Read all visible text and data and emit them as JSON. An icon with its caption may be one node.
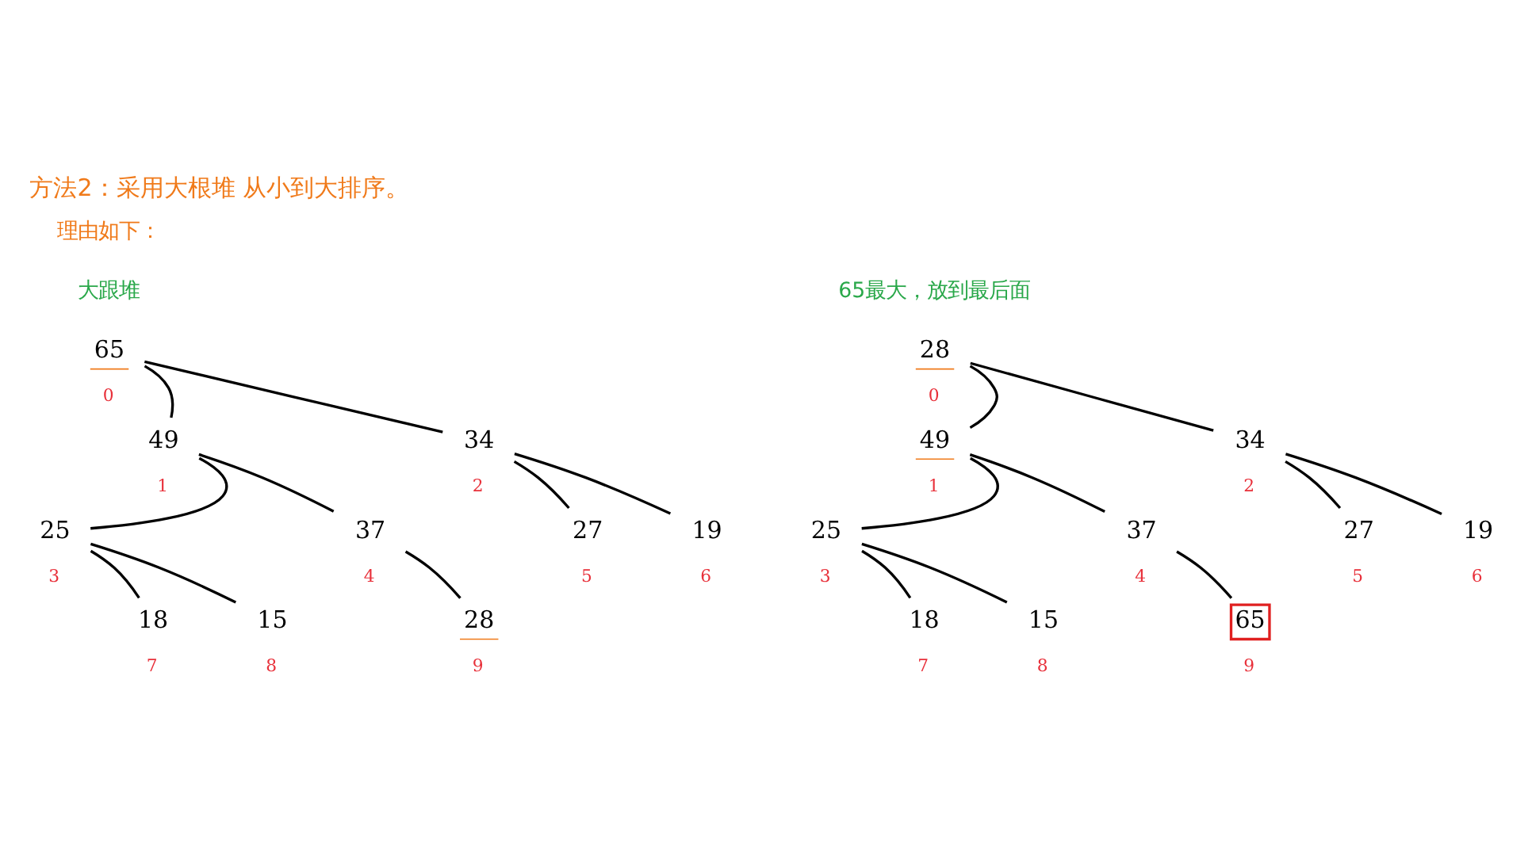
{
  "diagram": {
    "title": "方法2：采用大根堆 从小到大排序。",
    "nodes": [
      {
        "text": [
          "65"
        ],
        "beside": [
          "0"
        ]
      },
      {
        "text": [
          "49"
        ],
        "beside": [
          "1"
        ]
      },
      {
        "text": [
          "34"
        ],
        "beside": [
          "2"
        ]
      },
      {
        "text": [
          "25"
        ],
        "beside": [
          "3"
        ]
      },
      {
        "text": [
          "37"
        ],
        "beside": [
          "4"
        ]
      },
      {
        "text": [
          "27"
        ],
        "beside": [
          "5"
        ]
      },
      {
        "text": [
          "19"
        ],
        "beside": [
          "6"
        ]
      },
      {
        "text": [
          "18"
        ],
        "beside": [
          "7"
        ]
      },
      {
        "text": [
          "15"
        ],
        "beside": [
          "8"
        ]
      },
      {
        "text": [
          "28"
        ],
        "beside": [
          "9"
        ]
      },
      {
        "text": [
          "28"
        ],
        "beside": [
          "0"
        ]
      },
      {
        "text": [
          "49"
        ],
        "beside": [
          "1"
        ]
      },
      {
        "text": [
          "34"
        ],
        "beside": [
          "2"
        ]
      },
      {
        "text": [
          "25"
        ],
        "beside": [
          "3"
        ]
      },
      {
        "text": [
          "37"
        ],
        "beside": [
          "4"
        ]
      },
      {
        "text": [
          "27"
        ],
        "beside": [
          "5"
        ]
      },
      {
        "text": [
          "19"
        ],
        "beside": [
          "6"
        ]
      },
      {
        "text": [
          "18"
        ],
        "beside": [
          "7"
        ]
      },
      {
        "text": [
          "15"
        ],
        "beside": [
          "8"
        ]
      },
      {
        "text": [
          "65"
        ],
        "beside": [
          "9"
        ]
      }
    ],
    "edges": [
      {
        "from": 0,
        "to": 1,
        "arrow": "none"
      },
      {
        "from": 0,
        "to": 2,
        "arrow": "none"
      },
      {
        "from": 1,
        "to": 3,
        "arrow": "none"
      },
      {
        "from": 1,
        "to": 4,
        "arrow": "none"
      },
      {
        "from": 2,
        "to": 5,
        "arrow": "none"
      },
      {
        "from": 2,
        "to": 6,
        "arrow": "none"
      },
      {
        "from": 3,
        "to": 7,
        "arrow": "none"
      },
      {
        "from": 3,
        "to": 8,
        "arrow": "none"
      },
      {
        "from": 4,
        "to": 9,
        "arrow": "none"
      },
      {
        "from": 10,
        "to": 11,
        "arrow": "none"
      },
      {
        "from": 10,
        "to": 12,
        "arrow": "none"
      },
      {
        "from": 11,
        "to": 13,
        "arrow": "none"
      },
      {
        "from": 11,
        "to": 14,
        "arrow": "none"
      },
      {
        "from": 12,
        "to": 15,
        "arrow": "none"
      },
      {
        "from": 12,
        "to": 16,
        "arrow": "none"
      },
      {
        "from": 13,
        "to": 17,
        "arrow": "none"
      },
      {
        "from": 13,
        "to": 18,
        "arrow": "none"
      },
      {
        "from": 14,
        "to": 19,
        "arrow": "none"
      }
    ],
    "labels": [
      "理由如下：",
      "大跟堆",
      "65最大，放到最后面"
    ]
  }
}
